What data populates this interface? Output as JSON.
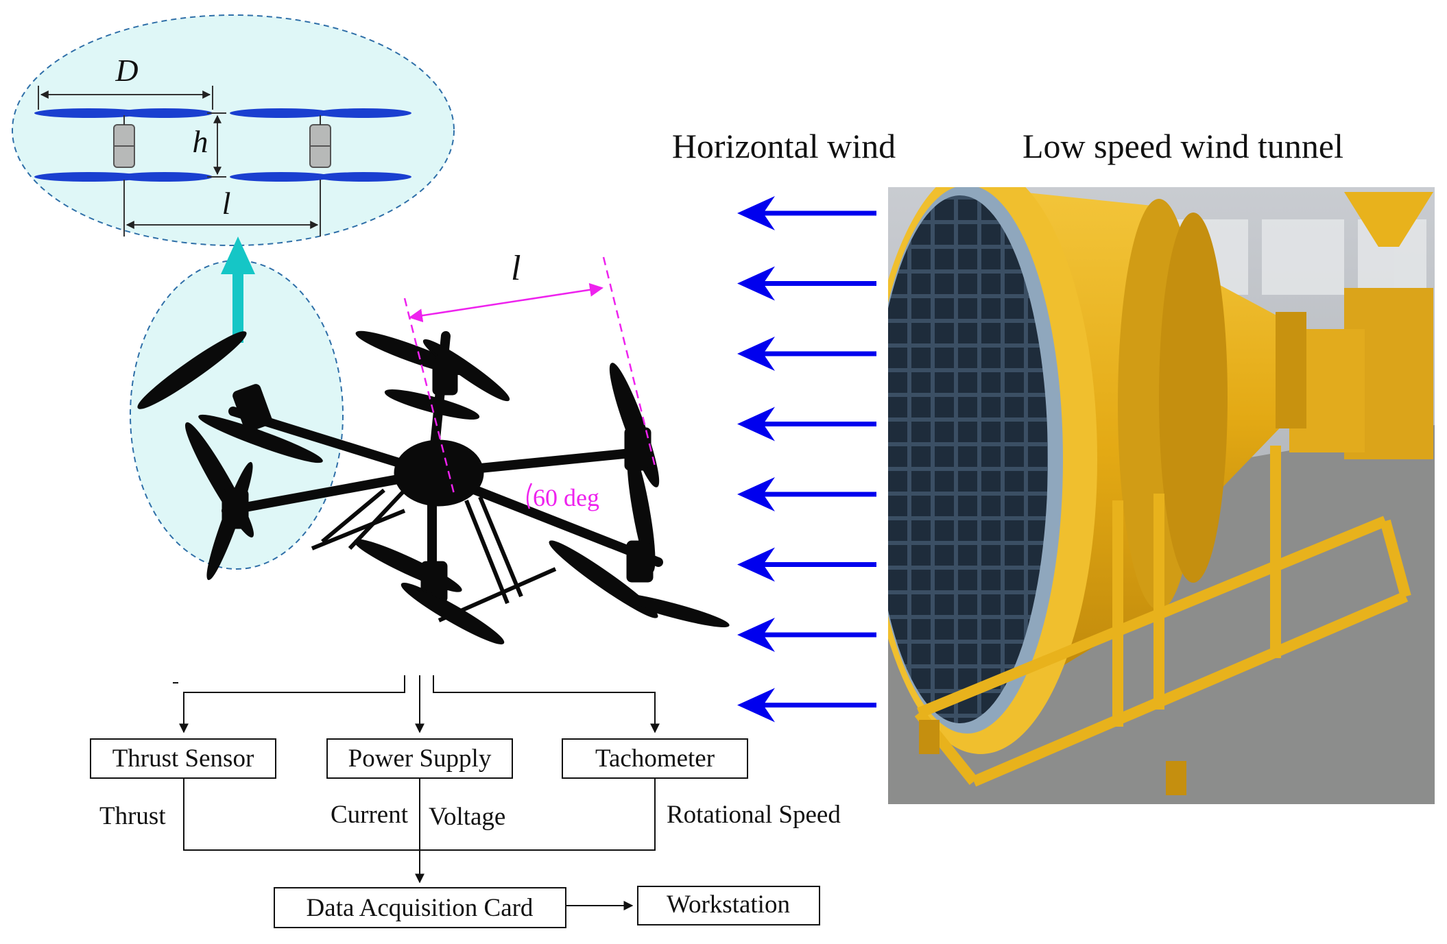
{
  "rotor_inset": {
    "dim_D": "D",
    "dim_h": "h",
    "dim_l": "l"
  },
  "drone": {
    "arm_spacing_label": "l",
    "angle_label": "60 deg"
  },
  "wind": {
    "label": "Horizontal wind",
    "arrow_count": 8,
    "arrow_color": "#0000ee"
  },
  "tunnel": {
    "label": "Low speed wind tunnel"
  },
  "flow": {
    "thrust_sensor": "Thrust Sensor",
    "power_supply": "Power Supply",
    "tachometer": "Tachometer",
    "thrust": "Thrust",
    "current": "Current",
    "voltage": "Voltage",
    "rotational_speed": "Rotational Speed",
    "daq_card": "Data Acquisition Card",
    "workstation": "Workstation"
  },
  "colors": {
    "inset_fill": "#dff7f7",
    "inset_stroke": "#2f6fa8",
    "cyan_arrow": "#15c6c6",
    "magenta": "#ee22ee",
    "rotor_blue": "#1a3fd0",
    "tunnel_yellow": "#e8b21c"
  }
}
